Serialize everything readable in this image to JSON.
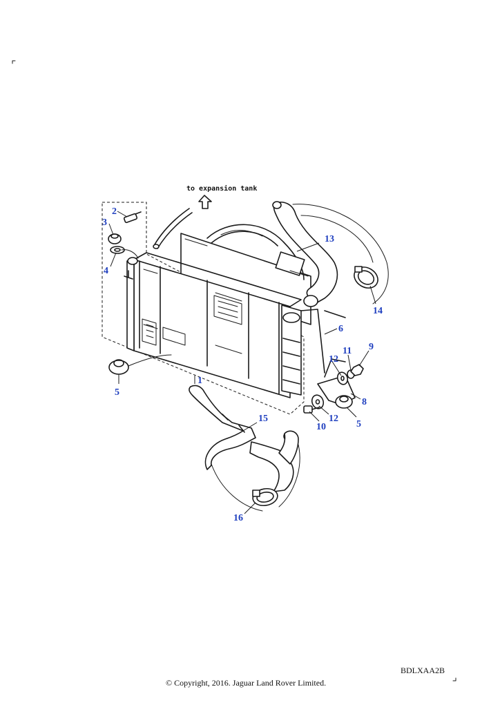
{
  "diagram": {
    "note_label": "to expansion tank",
    "drawing_code": "BDLXAA2B",
    "copyright": "© Copyright, 2016. Jaguar Land Rover Limited.",
    "callouts": [
      "1",
      "2",
      "3",
      "4",
      "5",
      "5",
      "6",
      "8",
      "9",
      "10",
      "11",
      "12",
      "12",
      "13",
      "14",
      "15",
      "16"
    ]
  }
}
